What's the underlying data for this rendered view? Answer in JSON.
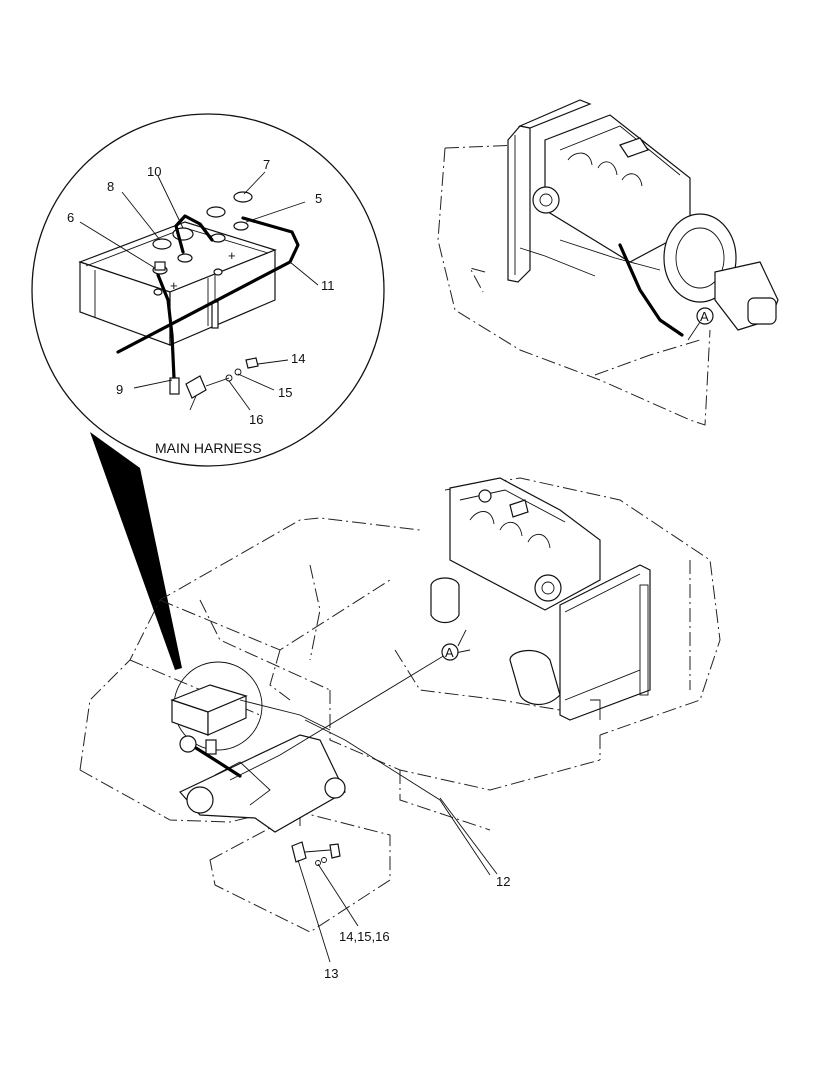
{
  "diagram": {
    "caption": "MAIN HARNESS",
    "callouts": [
      {
        "id": "c7",
        "text": "7"
      },
      {
        "id": "c10",
        "text": "10"
      },
      {
        "id": "c8",
        "text": "8"
      },
      {
        "id": "c5",
        "text": "5"
      },
      {
        "id": "c6",
        "text": "6"
      },
      {
        "id": "c11",
        "text": "11"
      },
      {
        "id": "c14",
        "text": "14"
      },
      {
        "id": "c9",
        "text": "9"
      },
      {
        "id": "c15",
        "text": "15"
      },
      {
        "id": "c16",
        "text": "16"
      },
      {
        "id": "c12",
        "text": "12"
      },
      {
        "id": "c141516",
        "text": "14,15,16"
      },
      {
        "id": "c13",
        "text": "13"
      }
    ],
    "view_markers": [
      {
        "id": "a-top",
        "text": "A"
      },
      {
        "id": "a-main",
        "text": "A"
      }
    ]
  }
}
